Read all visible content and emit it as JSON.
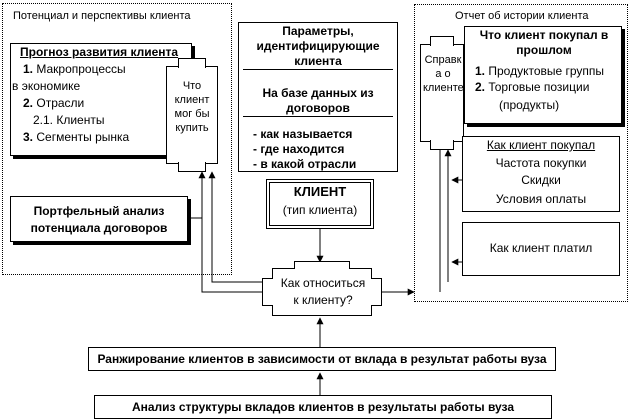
{
  "left_panel": {
    "title": "Потенциал и перспективы клиента",
    "forecast": {
      "title": "Прогноз развития клиента",
      "item1_num": "1.",
      "item1_text": "Макропроцессы",
      "item1_cont": "в экономике",
      "item2_num": "2.",
      "item2_text": "Отрасли",
      "item2_sub": "2.1. Клиенты",
      "item3_num": "3.",
      "item3_text": "Сегменты рынка"
    },
    "could_buy": "Что клиент мог бы купить",
    "portfolio": "Портфельный анализ потенциала договоров"
  },
  "center": {
    "params_title": "Параметры, идентифицирующие клиента",
    "contracts_title": "На базе данных из договоров",
    "bullet1": "- как называется",
    "bullet2": "- где находится",
    "bullet3": "- в какой отрасли",
    "client_title": "КЛИЕНТ",
    "client_type": "(тип клиента)",
    "question": "Как относиться к клиенту?"
  },
  "right_panel": {
    "title": "Отчет об истории клиента",
    "reference": "Справк а о клиенте",
    "bought_title": "Что клиент покупал в прошлом",
    "item1_num": "1.",
    "item1_text": "Продуктовые группы",
    "item2_num": "2.",
    "item2_text": "Торговые позиции",
    "item2_cont": "(продукты)",
    "how_bought_title": "Как клиент покупал",
    "freq": "Частота покупки",
    "discounts": "Скидки",
    "payment_terms": "Условия оплаты",
    "how_paid": "Как клиент платил"
  },
  "bottom": {
    "ranking": "Ранжирование клиентов в зависимости от вклада в результат работы вуза",
    "analysis": "Анализ структуры вкладов клиентов в результаты работы вуза"
  }
}
